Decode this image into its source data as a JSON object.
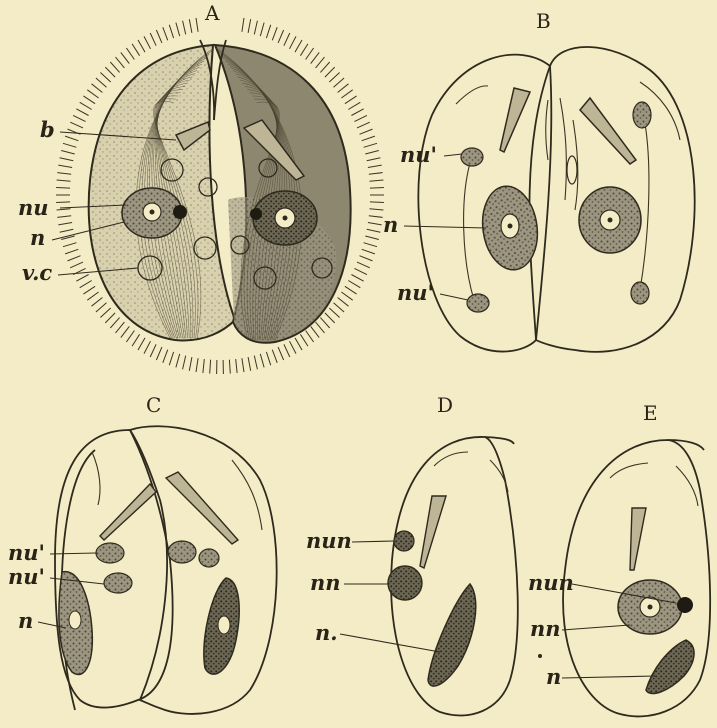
{
  "figure": {
    "panels": [
      {
        "id": "A",
        "letter": "A",
        "labels": {
          "b": "b",
          "nu": "nu",
          "n": "n",
          "vc": "v.c"
        }
      },
      {
        "id": "B",
        "letter": "B",
        "labels": {
          "nu1": "nu'",
          "n": "n",
          "nu2": "nu'"
        }
      },
      {
        "id": "C",
        "letter": "C",
        "labels": {
          "nu1": "nu'",
          "nu2": "nu'",
          "n": "n"
        }
      },
      {
        "id": "D",
        "letter": "D",
        "labels": {
          "nun": "nun",
          "nn": "nn",
          "n": "n."
        }
      },
      {
        "id": "E",
        "letter": "E",
        "labels": {
          "nun": "nun",
          "nn": "nn",
          "n": "n"
        }
      }
    ]
  },
  "colors": {
    "background": "#f3ecc6",
    "ink": "#2f2a1e",
    "stipple": "#8c8470"
  }
}
